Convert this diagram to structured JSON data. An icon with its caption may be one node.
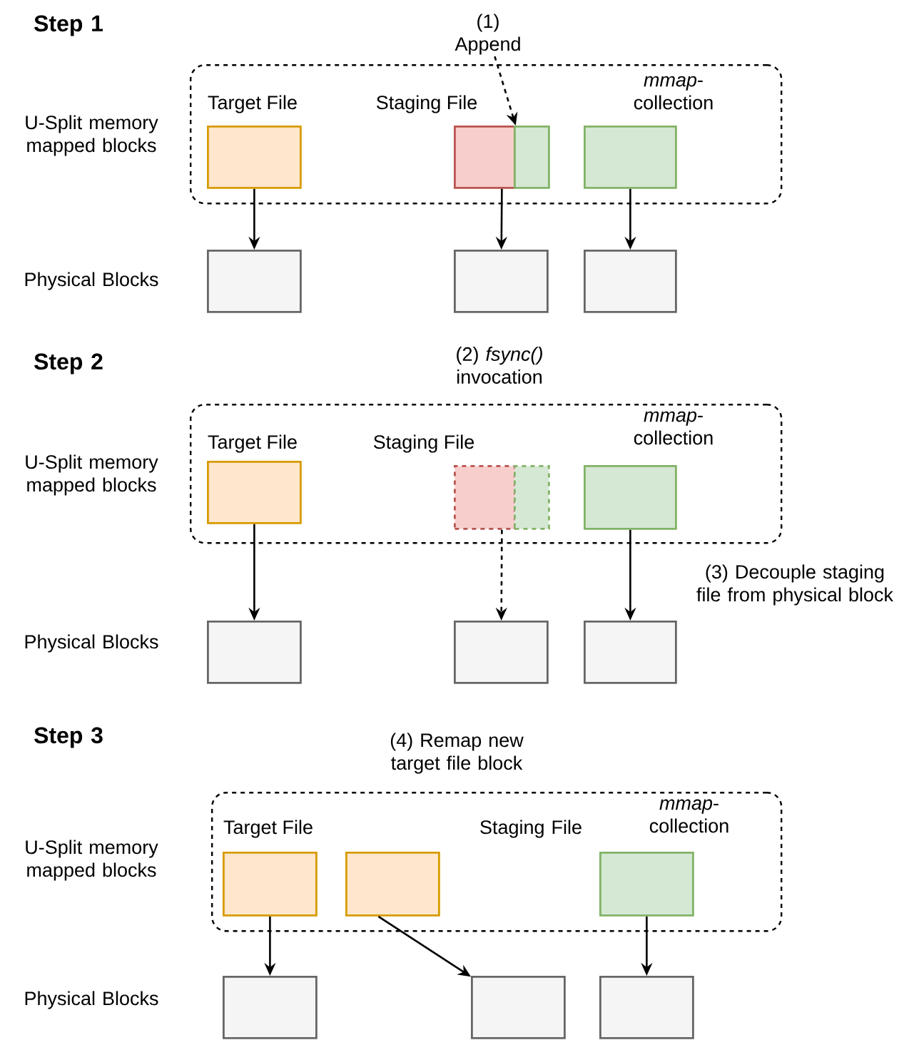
{
  "diagram": {
    "nodes": [
      {
        "text": [
          "(1) Append"
        ]
      },
      {
        "text": [
          "*mmap*-collection"
        ]
      },
      {
        "text": [
          "Target File"
        ],
        "in": 1
      },
      {
        "text": [
          "Staging File"
        ],
        "in": 1
      },
      {
        "text": [],
        "shape": "box",
        "in": 1
      },
      {
        "text": [],
        "shape": "box",
        "in": 1
      },
      {
        "text": [],
        "shape": "box"
      },
      {
        "text": [],
        "shape": "box"
      },
      {
        "text": [],
        "shape": "box"
      },
      {
        "text": [
          "*mmap*-collection"
        ]
      },
      {
        "text": [
          "Target File"
        ],
        "in": 9
      },
      {
        "text": [
          "Staging File"
        ],
        "in": 9
      },
      {
        "text": [],
        "shape": "box",
        "in": 9
      },
      {
        "text": [],
        "shape": "box",
        "in": 9
      },
      {
        "text": [],
        "shape": "box"
      },
      {
        "text": [],
        "shape": "box"
      },
      {
        "text": [],
        "shape": "box"
      },
      {
        "text": [
          "*mmap*-collection"
        ]
      },
      {
        "text": [
          "Target File"
        ],
        "in": 17
      },
      {
        "text": [],
        "shape": "box",
        "in": 17
      },
      {
        "text": [],
        "shape": "box",
        "in": 17
      },
      {
        "text": [],
        "shape": "box"
      },
      {
        "text": [],
        "shape": "box"
      },
      {
        "text": [],
        "shape": "box"
      }
    ],
    "edges": [
      {
        "from": 0,
        "to": 3,
        "arrow": "to",
        "style": "dashed"
      },
      {
        "from": 2,
        "to": 6,
        "arrow": "to"
      },
      {
        "from": 3,
        "to": 7,
        "arrow": "to"
      },
      {
        "from": 5,
        "to": 8,
        "arrow": "to"
      },
      {
        "from": 10,
        "to": 14,
        "arrow": "to"
      },
      {
        "from": 11,
        "to": 15,
        "arrow": "to",
        "style": "dashed"
      },
      {
        "from": 13,
        "to": 16,
        "arrow": "to"
      },
      {
        "from": 18,
        "to": 21,
        "arrow": "to"
      },
      {
        "from": 19,
        "to": 22,
        "arrow": "to"
      },
      {
        "from": 20,
        "to": 23,
        "arrow": "to"
      }
    ],
    "labels": [
      "Step 1",
      "U-Split memory mapped blocks",
      "Physical Blocks",
      "Step 2",
      "(2) *fsync()* invocation",
      "U-Split memory mapped blocks",
      "(3) Decouple staging file from physical block",
      "Physical Blocks",
      "Step 3",
      "(4) Remap new target file block",
      "U-Split memory mapped blocks",
      "Staging File",
      "Physical Blocks"
    ]
  }
}
